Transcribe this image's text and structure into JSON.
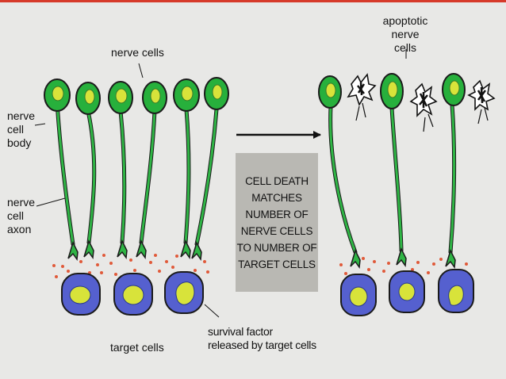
{
  "labels": {
    "nerve_cells": "nerve cells",
    "apoptotic_line1": "apoptotic",
    "apoptotic_line2": "nerve cells",
    "nerve_cell_body_1": "nerve",
    "nerve_cell_body_2": "cell",
    "nerve_cell_body_3": "body",
    "nerve_cell_axon_1": "nerve",
    "nerve_cell_axon_2": "cell",
    "nerve_cell_axon_3": "axon",
    "target_cells": "target cells",
    "survival_factor_line1": "survival factor",
    "survival_factor_line2": "released by target cells"
  },
  "center_box": {
    "line1": "CELL DEATH",
    "line2": "MATCHES",
    "line3": "NUMBER OF",
    "line4": "NERVE CELLS",
    "line5": "TO NUMBER OF",
    "line6": "TARGET CELLS"
  },
  "colors": {
    "soma_green": "#27b03c",
    "nucleus_yellow": "#d8e33a",
    "target_blue": "#5560cf",
    "survival_dots": "#e05a3a",
    "accent_bar": "#d63a2a"
  }
}
